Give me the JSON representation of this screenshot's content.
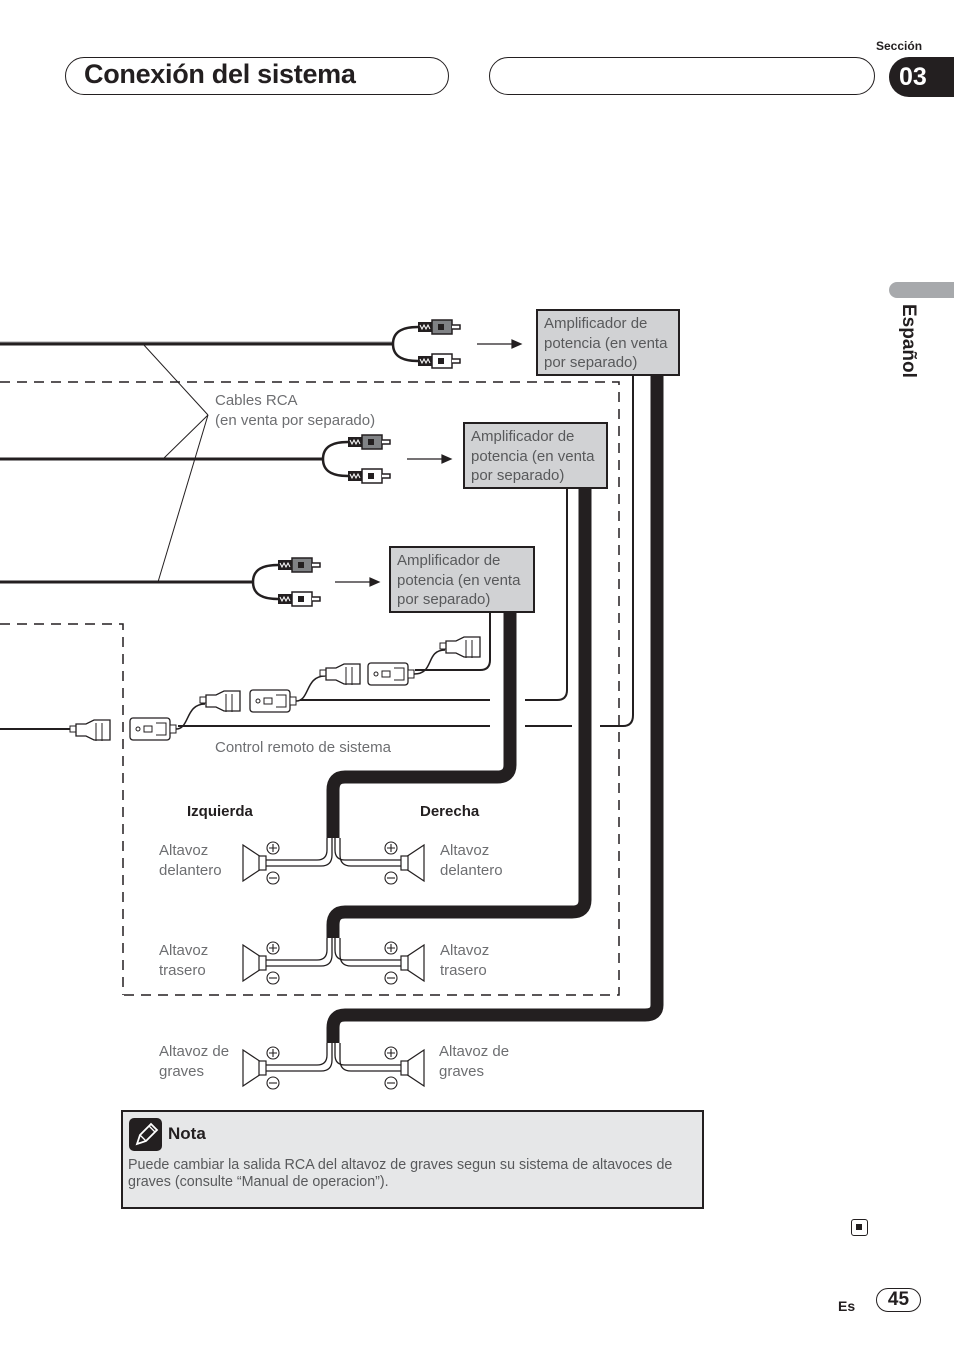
{
  "header": {
    "title": "Conexión del sistema",
    "section_label": "Sección",
    "section_number": "03"
  },
  "side_tab": {
    "language": "Español"
  },
  "diagram": {
    "rca_cables_label": "Cables RCA\n(en venta por separado)",
    "amplifiers": [
      {
        "label": "Amplificador de\npotencia (en venta\npor separado)"
      },
      {
        "label": "Amplificador de\npotencia (en venta\npor separado)"
      },
      {
        "label": "Amplificador de\npotencia (en venta\npor separado)"
      }
    ],
    "remote_label": "Control remoto de sistema",
    "left_heading": "Izquierda",
    "right_heading": "Derecha",
    "speakers": {
      "front_left": "Altavoz\ndelantero",
      "front_right": "Altavoz\ndelantero",
      "rear_left": "Altavoz\ntrasero",
      "rear_right": "Altavoz\ntrasero",
      "sub_left": "Altavoz de\ngraves",
      "sub_right": "Altavoz de\ngraves"
    },
    "plus_symbol": "+",
    "minus_symbol": "−"
  },
  "note": {
    "title": "Nota",
    "text": "Puede cambiar la salida RCA del altavoz de graves segun su sistema de altavoces de graves (consulte “Manual de operacion”)."
  },
  "footer": {
    "lang_code": "Es",
    "page_number": "45"
  }
}
